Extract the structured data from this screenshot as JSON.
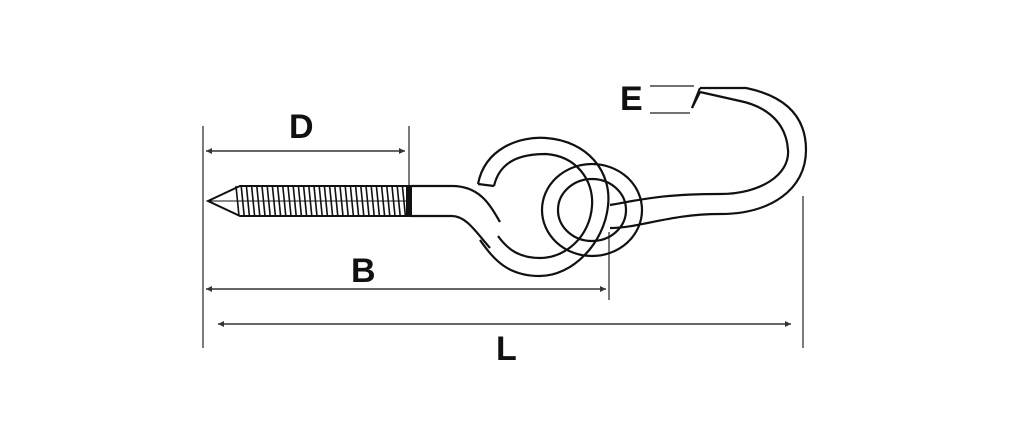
{
  "diagram": {
    "labels": {
      "d": "D",
      "b": "B",
      "l": "L",
      "e": "E"
    },
    "colors": {
      "line": "#111111",
      "dimension": "#333333",
      "background": "#ffffff"
    }
  }
}
